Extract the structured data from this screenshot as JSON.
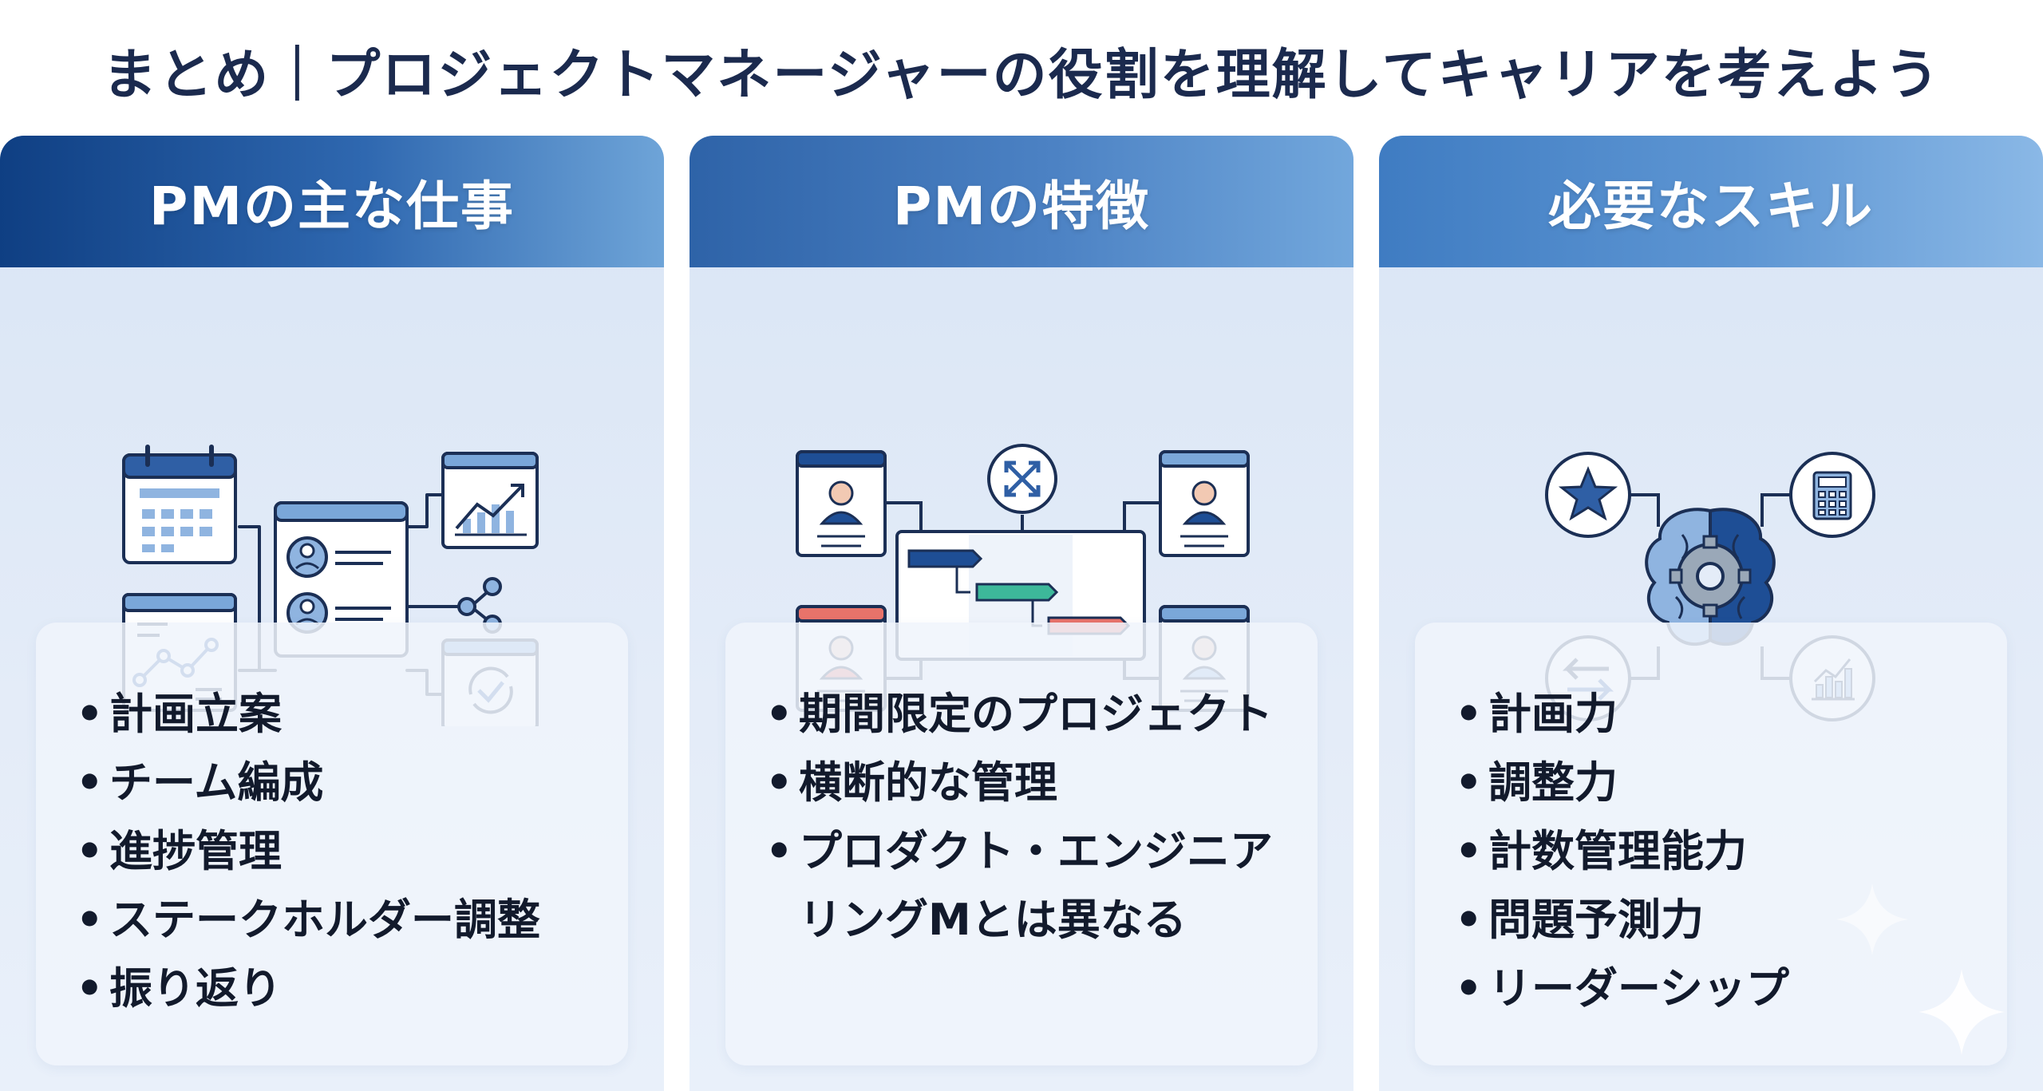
{
  "title": "まとめ｜プロジェクトマネージャーの役割を理解してキャリアを考えよう",
  "bullet": "•",
  "colors": {
    "navy": "#0f3f83",
    "blue": "#2f68b0",
    "light_blue": "#6ea4d8",
    "green": "#3db89a",
    "coral": "#e8736a",
    "panel_bg": "#e4ecf8"
  },
  "panels": [
    {
      "heading": "PMの主な仕事",
      "icons": [
        "calendar-icon",
        "chart-icon",
        "team-profile-icon",
        "growth-chart-icon",
        "share-network-icon",
        "refresh-check-icon"
      ],
      "items": [
        "計画立案",
        "チーム編成",
        "進捗管理",
        "ステークホルダー調整",
        "振り返り"
      ]
    },
    {
      "heading": "PMの特徴",
      "icons": [
        "person-card-icon",
        "expand-arrows-icon",
        "gantt-chart-icon"
      ],
      "items": [
        "期間限定のプロジェクト",
        "横断的な管理",
        "プロダクト・エンジニアリングMとは異なる"
      ]
    },
    {
      "heading": "必要なスキル",
      "icons": [
        "star-icon",
        "calculator-icon",
        "brain-gear-icon",
        "exchange-arrows-icon",
        "bar-chart-icon"
      ],
      "items": [
        "計画力",
        "調整力",
        "計数管理能力",
        "問題予測力",
        "リーダーシップ"
      ]
    }
  ]
}
